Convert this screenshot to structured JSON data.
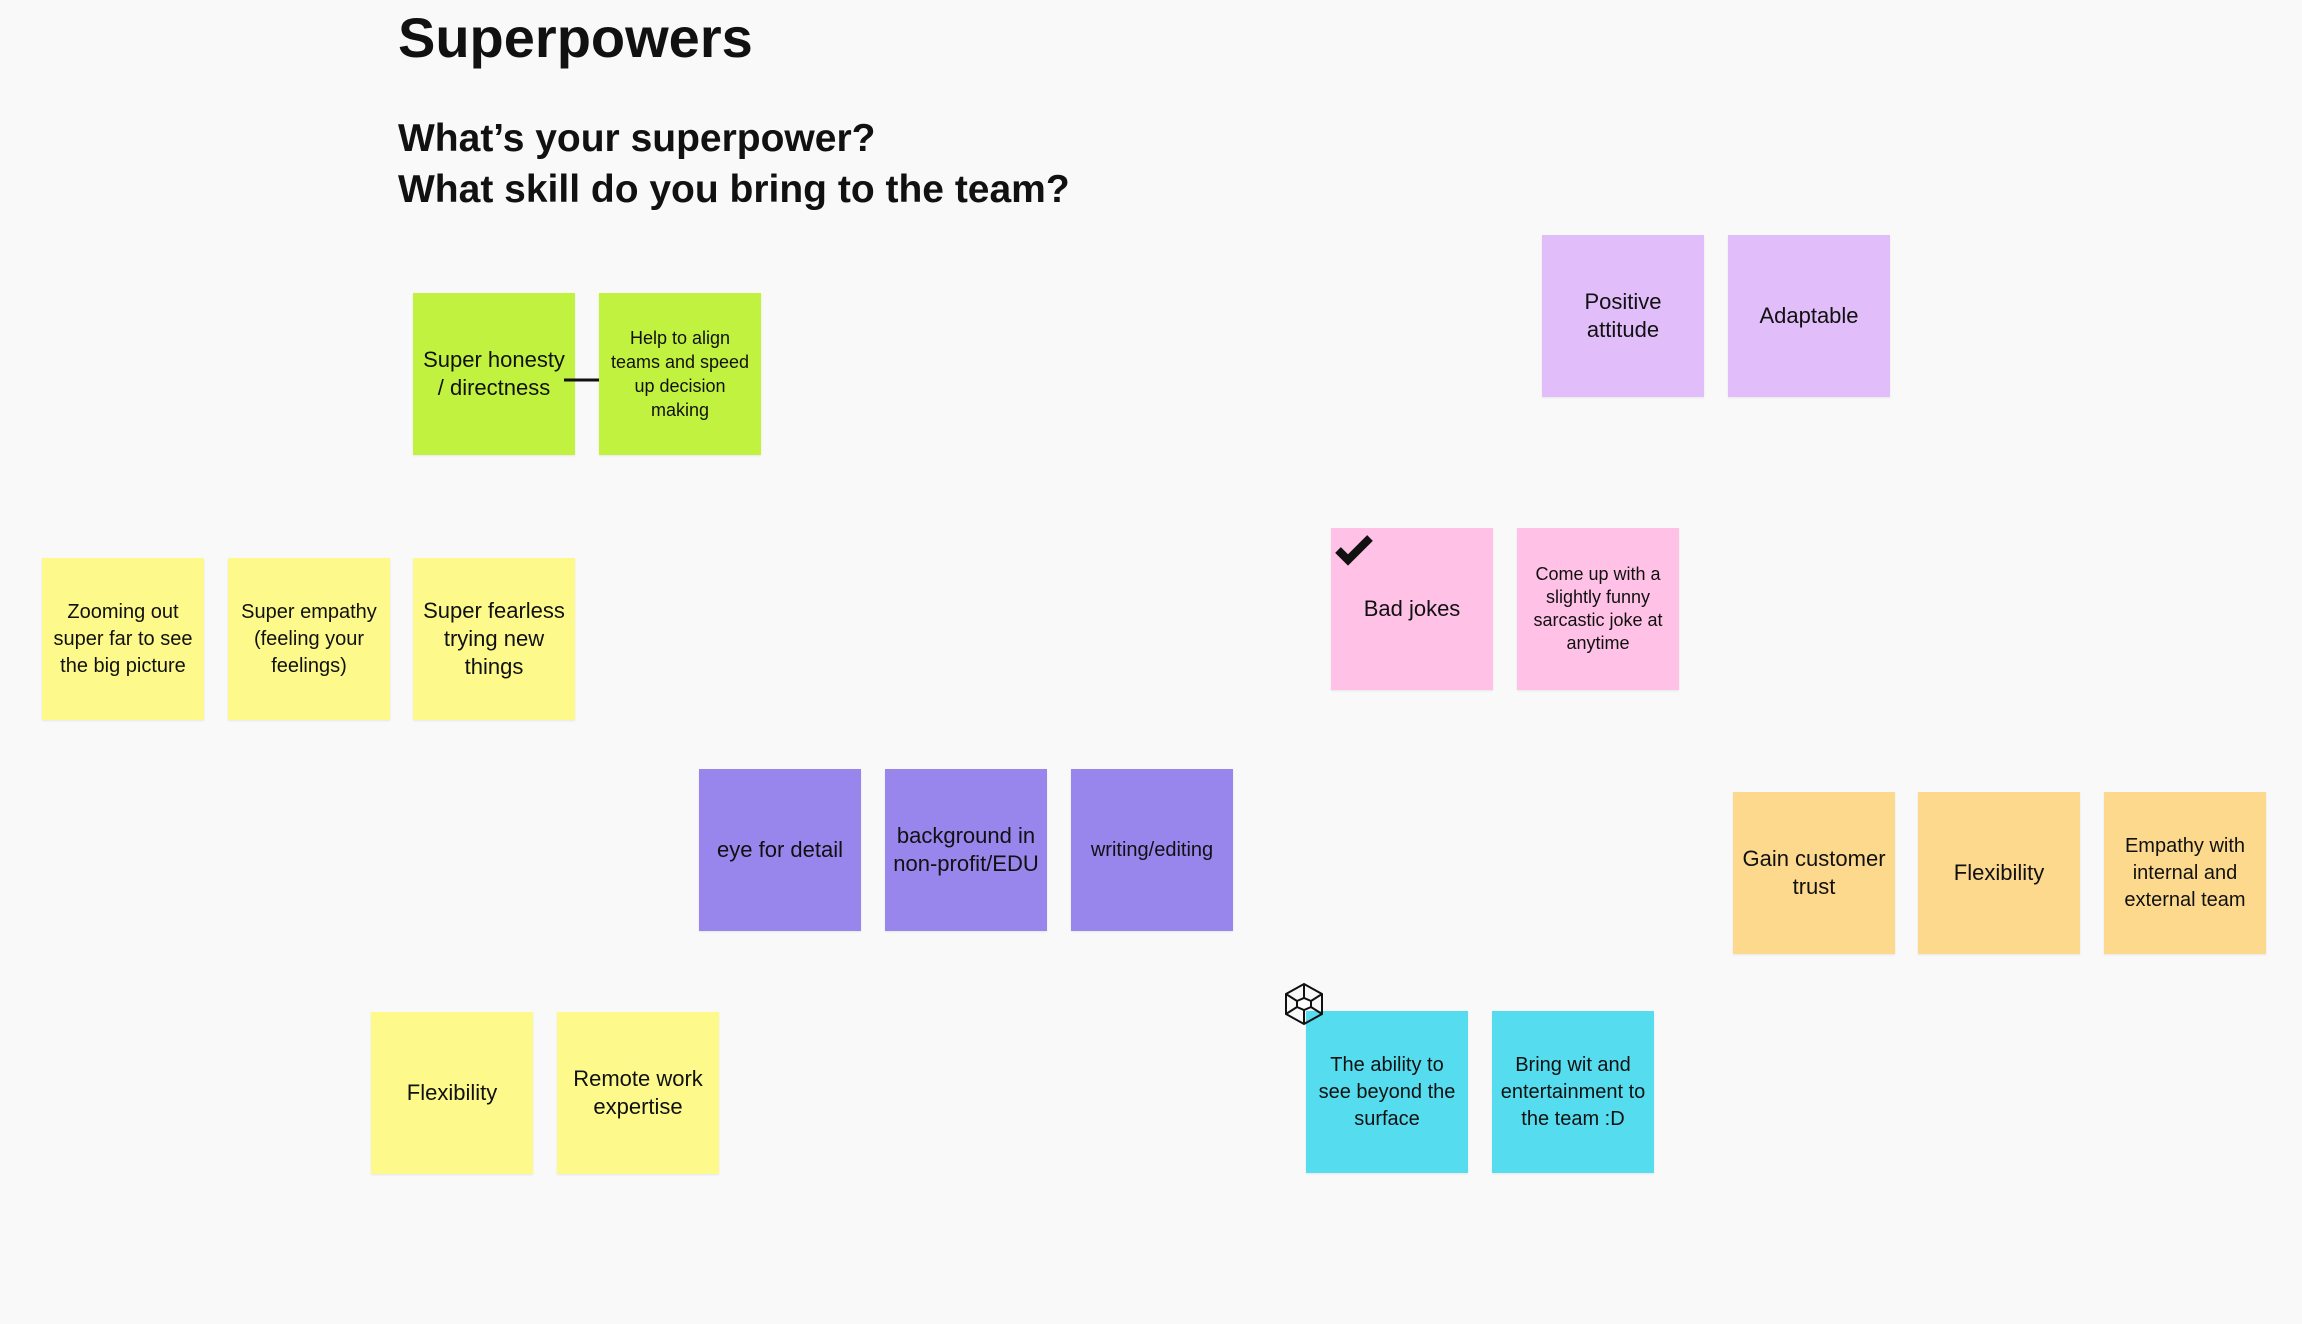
{
  "board": {
    "title": "Superpowers",
    "question_line1": "What’s your superpower?",
    "question_line2": "What skill do you bring to the team?"
  },
  "stickies": {
    "super_honesty": "Super honesty / directness",
    "help_align": "Help to align teams and speed up decision making",
    "positive_attitude": "Positive attitude",
    "adaptable": "Adaptable",
    "zooming_out": "Zooming out super far to see the big picture",
    "super_empathy": "Super empathy (feeling your feelings)",
    "super_fearless": "Super fearless trying new things",
    "bad_jokes": "Bad jokes",
    "funny_joke": "Come up with a slightly funny sarcastic joke at anytime",
    "eye_for_detail": "eye for detail",
    "background_nonprofit": "background in non-profit/EDU",
    "writing_editing": "writing/editing",
    "gain_customer_trust": "Gain customer trust",
    "flexibility_orange": "Flexibility",
    "empathy_team": "Empathy with internal and external team",
    "flexibility_yellow": "Flexibility",
    "remote_work": "Remote work expertise",
    "see_beyond": "The ability to see beyond the surface",
    "bring_wit": "Bring wit and entertainment to the team :D"
  },
  "icons": {
    "connector": "arrow-right-icon",
    "check": "checkmark-icon",
    "cursor": "cube-cursor-icon"
  },
  "colors": {
    "background": "#f9f9f9",
    "lime": "#c1f23f",
    "yellow": "#fdfa8b",
    "purple": "#9886ec",
    "lilac": "#e1bdfa",
    "pink": "#ffc1e6",
    "orange": "#fdd98d",
    "cyan": "#55dcee"
  }
}
